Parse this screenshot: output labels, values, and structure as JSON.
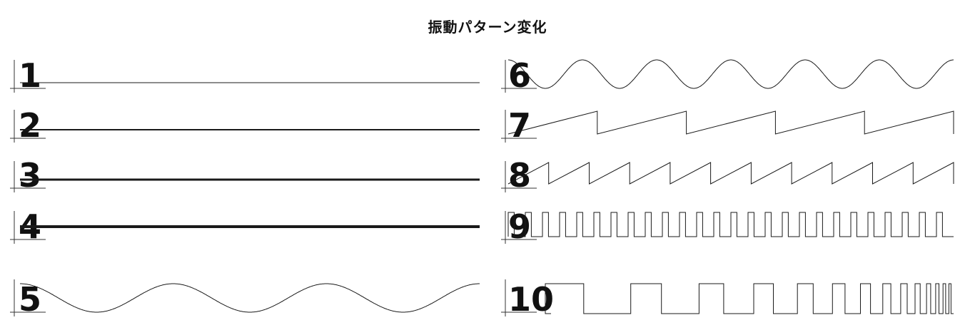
{
  "title": "振動パターン変化",
  "patterns": [
    {
      "label": "1",
      "waveform": "constant",
      "level": 1
    },
    {
      "label": "2",
      "waveform": "constant",
      "level": 2
    },
    {
      "label": "3",
      "waveform": "constant",
      "level": 3
    },
    {
      "label": "4",
      "waveform": "constant",
      "level": 4
    },
    {
      "label": "5",
      "waveform": "sine",
      "cycles": 3
    },
    {
      "label": "6",
      "waveform": "sine",
      "cycles": 6
    },
    {
      "label": "7",
      "waveform": "sawtooth",
      "cycles": 5
    },
    {
      "label": "8",
      "waveform": "sawtooth",
      "cycles": 11
    },
    {
      "label": "9",
      "waveform": "square",
      "cycles": 26
    },
    {
      "label": "10",
      "waveform": "square-chirp",
      "cycles": 14
    }
  ],
  "colors": {
    "ink": "#1a1a1a"
  }
}
